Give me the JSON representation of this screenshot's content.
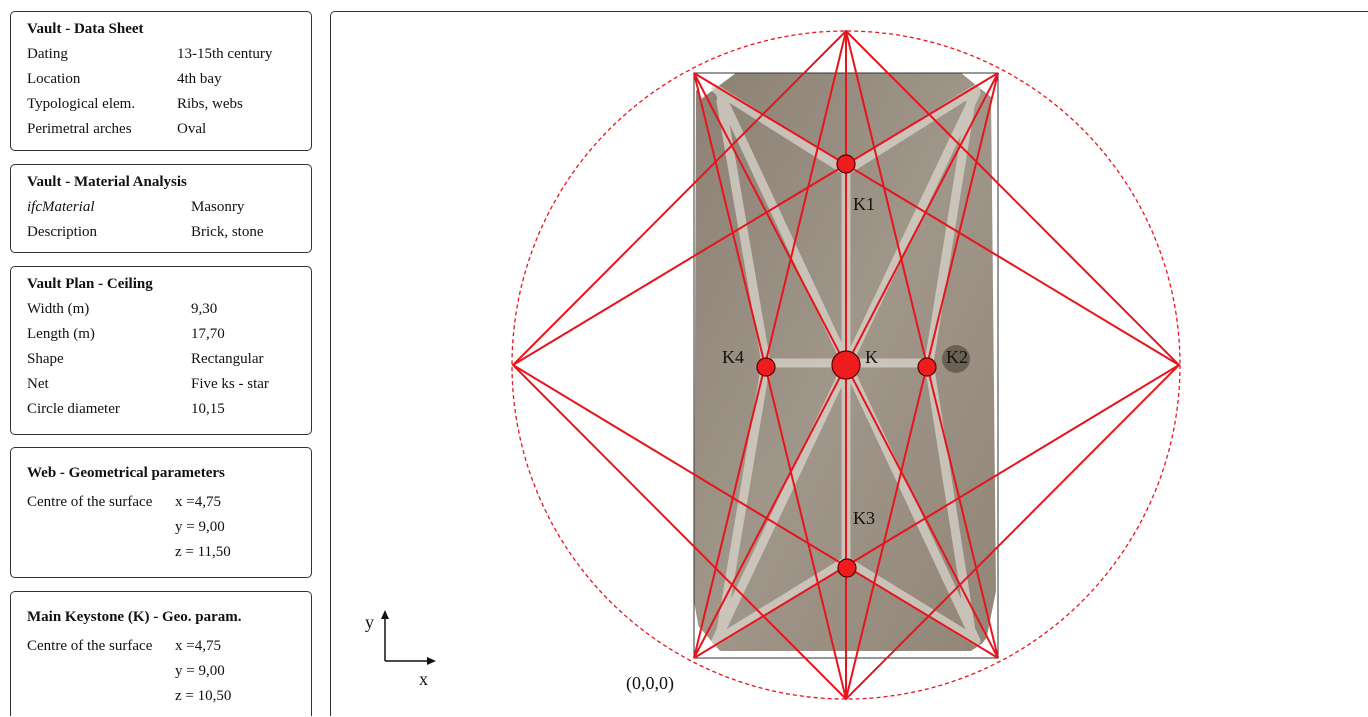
{
  "data_sheet": {
    "title": "Vault - Data Sheet",
    "rows": [
      {
        "label": "Dating",
        "value": "13-15th century"
      },
      {
        "label": "Location",
        "value": "4th bay"
      },
      {
        "label": "Typological elem.",
        "value": "Ribs, webs"
      },
      {
        "label": "Perimetral arches",
        "value": "Oval"
      }
    ]
  },
  "material_analysis": {
    "title": "Vault - Material Analysis",
    "rows": [
      {
        "label": "ifcMaterial",
        "value": "Masonry"
      },
      {
        "label": "Description",
        "value": "Brick, stone"
      }
    ]
  },
  "plan_ceiling": {
    "title": "Vault Plan - Ceiling",
    "rows": [
      {
        "label": "Width (m)",
        "value": "9,30"
      },
      {
        "label": "Length (m)",
        "value": "17,70"
      },
      {
        "label": "Shape",
        "value": "Rectangular"
      },
      {
        "label": "Net",
        "value": "Five ks - star"
      },
      {
        "label": "Circle diameter",
        "value": "10,15"
      }
    ]
  },
  "web_geometry": {
    "title": "Web - Geometrical parameters",
    "label": "Centre of the surface",
    "values": [
      "x =4,75",
      "y = 9,00",
      "z = 11,50"
    ]
  },
  "keystone_geometry": {
    "title": "Main Keystone (K) - Geo. param.",
    "label": "Centre of the surface",
    "values": [
      "x =4,75",
      "y = 9,00",
      "z = 10,50"
    ]
  },
  "diagram": {
    "keystones": [
      "K1",
      "K2",
      "K3",
      "K4",
      "K"
    ],
    "origin_label": "(0,0,0)",
    "axis_y": "y",
    "axis_x": "x",
    "line_color": "#e8141b",
    "node_color": "#ee1c1c",
    "vault_color": "#8a7d6e"
  }
}
